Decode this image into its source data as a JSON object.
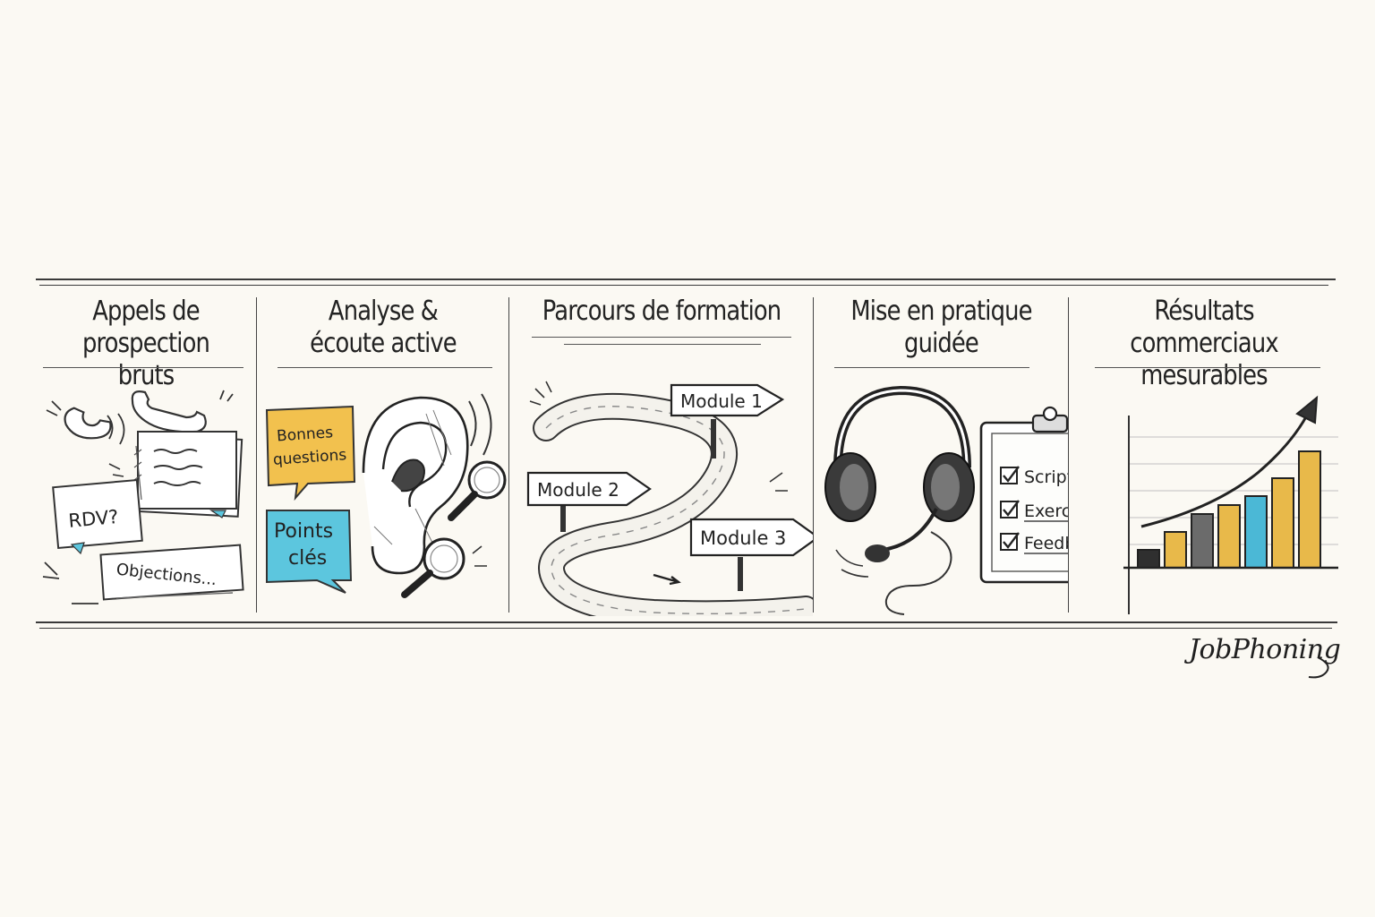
{
  "steps": [
    {
      "title_line1": "Appels de",
      "title_line2": "prospection bruts",
      "notes": {
        "rdv": "RDV?",
        "objections": "Objections..."
      }
    },
    {
      "title_line1": "Analyse &",
      "title_line2": "écoute active",
      "notes": {
        "questions": "Bonnes questions",
        "points": "Points clés"
      }
    },
    {
      "title_line1": "Parcours de formation",
      "signs": [
        "Module 1",
        "Module 2",
        "Module 3"
      ]
    },
    {
      "title_line1": "Mise en pratique",
      "title_line2": "guidée",
      "checklist": [
        "Script",
        "Exercices",
        "Feedback"
      ]
    },
    {
      "title_line1": "Résultats commerciaux",
      "title_line2": "mesurables",
      "chart_data": {
        "type": "bar",
        "values": [
          1,
          2,
          3,
          3.5,
          4,
          5,
          6.5
        ],
        "colors": [
          "#2f2f2f",
          "#e8b94a",
          "#6b6b6b",
          "#e8b94a",
          "#4bb8d6",
          "#e8b94a",
          "#e8b94a"
        ],
        "trend": "up-arrow"
      }
    }
  ],
  "brand": "JobPhoning",
  "colors": {
    "yellow": "#f2c14e",
    "blue": "#5cc6de",
    "ink": "#2a2a2a",
    "paper": "#fbf9f3"
  }
}
